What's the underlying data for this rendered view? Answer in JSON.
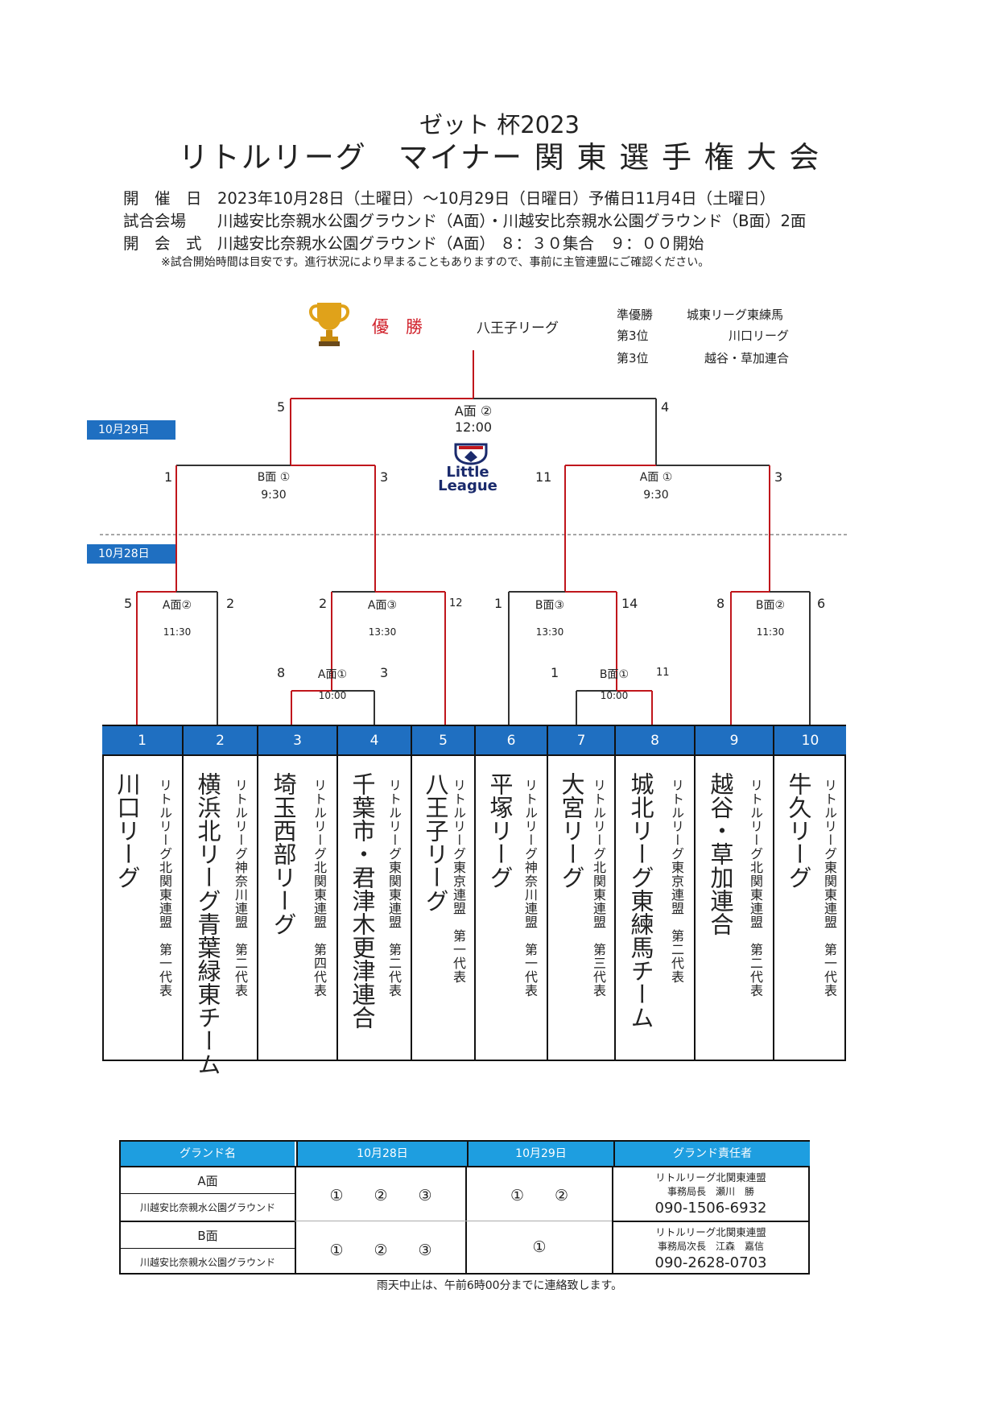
{
  "header": {
    "sponsor": "ゼット 杯2023",
    "title": "リトルリーグ　マイナー 関 東 選 手 権 大 会"
  },
  "info": {
    "dates": "開　催　日　2023年10月28日（土曜日）～10月29日（日曜日）予備日11月4日（土曜日）",
    "venue": "試合会場　　川越安比奈親水公園グラウンド（A面）・川越安比奈親水公園グラウンド（B面）2面",
    "ceremony": "開　会　式　川越安比奈親水公園グラウンド（A面）  ８：３０集合　９：００開始",
    "note": "※試合開始時間は目安です。進行状況により早まることもありますので、事前に主管連盟にご確認ください。"
  },
  "results": {
    "champion_label": "優　勝",
    "champion": "八王子リーグ",
    "runner_up_label": "準優勝",
    "runner_up": "城東リーグ東練馬",
    "third1_label": "第3位",
    "third1": "川口リーグ",
    "third2_label": "第3位",
    "third2": "越谷・草加連合"
  },
  "days": {
    "day2": "10月29日",
    "day1": "10月28日"
  },
  "logo": {
    "line1": "Little",
    "line2": "League"
  },
  "colors": {
    "win_line": "#c0161c",
    "line": "#333333",
    "header_blue": "#1f6fc1",
    "table_blue": "#1e9ee0"
  },
  "games": {
    "final": {
      "field": "A面 ②",
      "time": "12:00",
      "score_left": "5",
      "score_right": "4"
    },
    "semi_left": {
      "field": "B面 ①",
      "time": "9:30",
      "score_left": "1",
      "score_right": "3"
    },
    "semi_right": {
      "field": "A面 ①",
      "time": "9:30",
      "score_left": "11",
      "score_right": "3"
    },
    "q1": {
      "field": "A面②",
      "time": "11:30",
      "score_left": "5",
      "score_right": "2"
    },
    "q2": {
      "field": "A面③",
      "time": "13:30",
      "score_left": "2",
      "score_right": "12"
    },
    "r1": {
      "field": "A面①",
      "time": "10:00",
      "score_left": "8",
      "score_right": "3"
    },
    "q3": {
      "field": "B面③",
      "time": "13:30",
      "score_left": "1",
      "score_right": "14"
    },
    "r2": {
      "field": "B面①",
      "time": "10:00",
      "score_left": "1",
      "score_right": "11"
    },
    "q4": {
      "field": "B面②",
      "time": "11:30",
      "score_left": "8",
      "score_right": "6"
    }
  },
  "teams": [
    {
      "num": "1",
      "name": "川口リーグ",
      "league": "リトルリーグ北関東連盟　第一代表"
    },
    {
      "num": "2",
      "name": "横浜北リーグ青葉緑東チーム",
      "league": "リトルリーグ神奈川連盟　第二代表"
    },
    {
      "num": "3",
      "name": "埼玉西部リーグ",
      "league": "リトルリーグ北関東連盟　第四代表"
    },
    {
      "num": "4",
      "name": "千葉市・君津木更津連合",
      "league": "リトルリーグ東関東連盟　第二代表"
    },
    {
      "num": "5",
      "name": "八王子リーグ",
      "league": "リトルリーグ東京連盟　第一代表"
    },
    {
      "num": "6",
      "name": "平塚リーグ",
      "league": "リトルリーグ神奈川連盟　第一代表"
    },
    {
      "num": "7",
      "name": "大宮リーグ",
      "league": "リトルリーグ北関東連盟　第三代表"
    },
    {
      "num": "8",
      "name": "城北リーグ東練馬チーム",
      "league": "リトルリーグ東京連盟　第二代表"
    },
    {
      "num": "9",
      "name": "越谷・草加連合",
      "league": "リトルリーグ北関東連盟　第二代表"
    },
    {
      "num": "10",
      "name": "牛久リーグ",
      "league": "リトルリーグ東関東連盟　第一代表"
    }
  ],
  "schedule": {
    "headers": [
      "グランド名",
      "10月28日",
      "10月29日",
      "グランド責任者"
    ],
    "a_name": "A面",
    "a_ground": "川越安比奈親水公園グラウンド",
    "a_day1": "①　　②　　③",
    "a_day2": "①　　②",
    "a_contact_org": "リトルリーグ北関東連盟",
    "a_contact_person": "事務局長　瀬川　勝",
    "a_contact_phone": "090-1506-6932",
    "b_name": "B面",
    "b_ground": "川越安比奈親水公園グラウンド",
    "b_day1": "①　　②　　③",
    "b_day2": "①",
    "b_contact_org": "リトルリーグ北関東連盟",
    "b_contact_person": "事務局次長　江森　嘉信",
    "b_contact_phone": "090-2628-0703",
    "footer": "雨天中止は、午前6時00分までに連絡致します。"
  }
}
